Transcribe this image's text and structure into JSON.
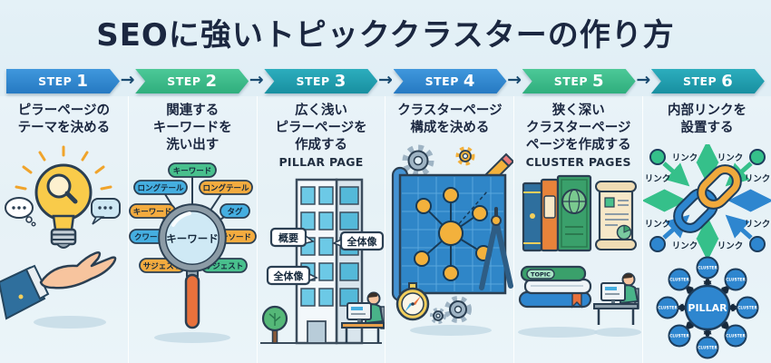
{
  "title": "SEOに強いトピッククラスターの作り方",
  "banner_row": {
    "connector": "→"
  },
  "colors": {
    "background": "#dcebf3",
    "title_text": "#1b2740",
    "step_blue": "#2e86cf",
    "step_green": "#3bbc8b",
    "step_teal": "#1fa0b0",
    "connector_arrow": "#1a4a70"
  },
  "steps": [
    {
      "prefix": "STEP",
      "number": "1",
      "color": "#2e86cf",
      "description": "ピラーページの\nテーマを決める"
    },
    {
      "prefix": "STEP",
      "number": "2",
      "color": "#3bbc8b",
      "description": "関連する\nキーワードを\n洗い出す"
    },
    {
      "prefix": "STEP",
      "number": "3",
      "color": "#1fa0b0",
      "description": "広く浅い\nピラーページを\n作成する",
      "sublabel": "PILLAR PAGE"
    },
    {
      "prefix": "STEP",
      "number": "4",
      "color": "#2e86cf",
      "description": "クラスターページ\n構成を決める"
    },
    {
      "prefix": "STEP",
      "number": "5",
      "color": "#3bbc8b",
      "description": "狭く深い\nクラスターページ\nページを作成する",
      "sublabel": "CLUSTER PAGES"
    },
    {
      "prefix": "STEP",
      "number": "6",
      "color": "#1fa0b0",
      "description": "内部リンクを\n設置する"
    }
  ],
  "illustrations": {
    "step2": {
      "center": "キーワード",
      "tags": {
        "top": "キーワード",
        "upper_left": "ロングテール",
        "upper_right": "ロングテール",
        "left": "キーワード",
        "right": "タグ",
        "lower_left": "クワード",
        "lower_right": "テソード",
        "bottom_left": "サジェスト",
        "bottom_right": "サジェスト"
      }
    },
    "step3": {
      "bubble_overview": "概要",
      "bubble_whole": "全体像"
    },
    "step5": {
      "topic_label": "TOPIC"
    },
    "step6": {
      "link_label": "リンク",
      "pillar_label": "PILLAR",
      "cluster_label": "CLUSTER"
    }
  }
}
